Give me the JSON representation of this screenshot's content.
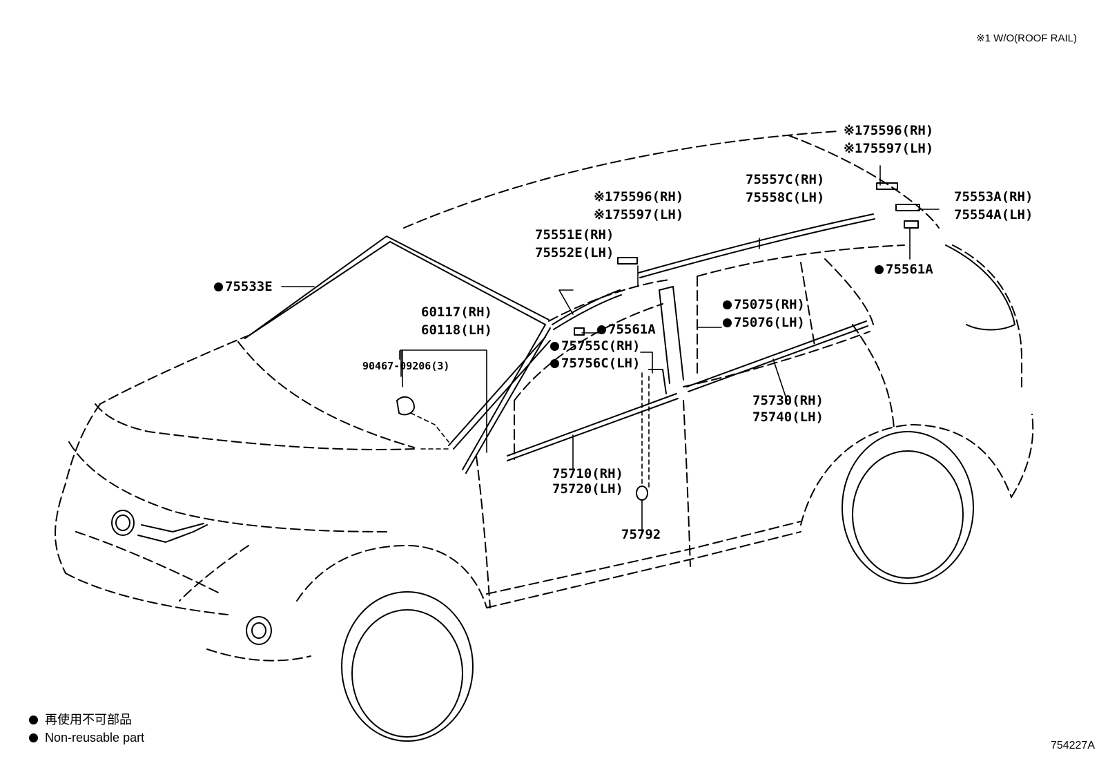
{
  "note": "※1 W/O(ROOF RAIL)",
  "figure_id": "754227A",
  "legend": {
    "ja": "再使用不可部品",
    "en": "Non-reusable part"
  },
  "callouts": {
    "p75596_roof": "※175596(RH)",
    "p75597_roof": "※175597(LH)",
    "p75557": "75557C(RH)",
    "p75558": "75558C(LH)",
    "p75553": "75553A(RH)",
    "p75554": "75554A(LH)",
    "p75596_front": "※175596(RH)",
    "p75597_front": "※175597(LH)",
    "p75551": "75551E(RH)",
    "p75552": "75552E(LH)",
    "p75533": "75533E",
    "p75561_rear": "75561A",
    "p75561_front": "75561A",
    "p60117": "60117(RH)",
    "p60118": "60118(LH)",
    "p75075": "75075(RH)",
    "p75076": "75076(LH)",
    "p75755": "75755C(RH)",
    "p75756": "75756C(LH)",
    "p90467": "90467-09206(3)",
    "p75730": "75730(RH)",
    "p75740": "75740(LH)",
    "p75710": "75710(RH)",
    "p75720": "75720(LH)",
    "p75792": "75792"
  }
}
